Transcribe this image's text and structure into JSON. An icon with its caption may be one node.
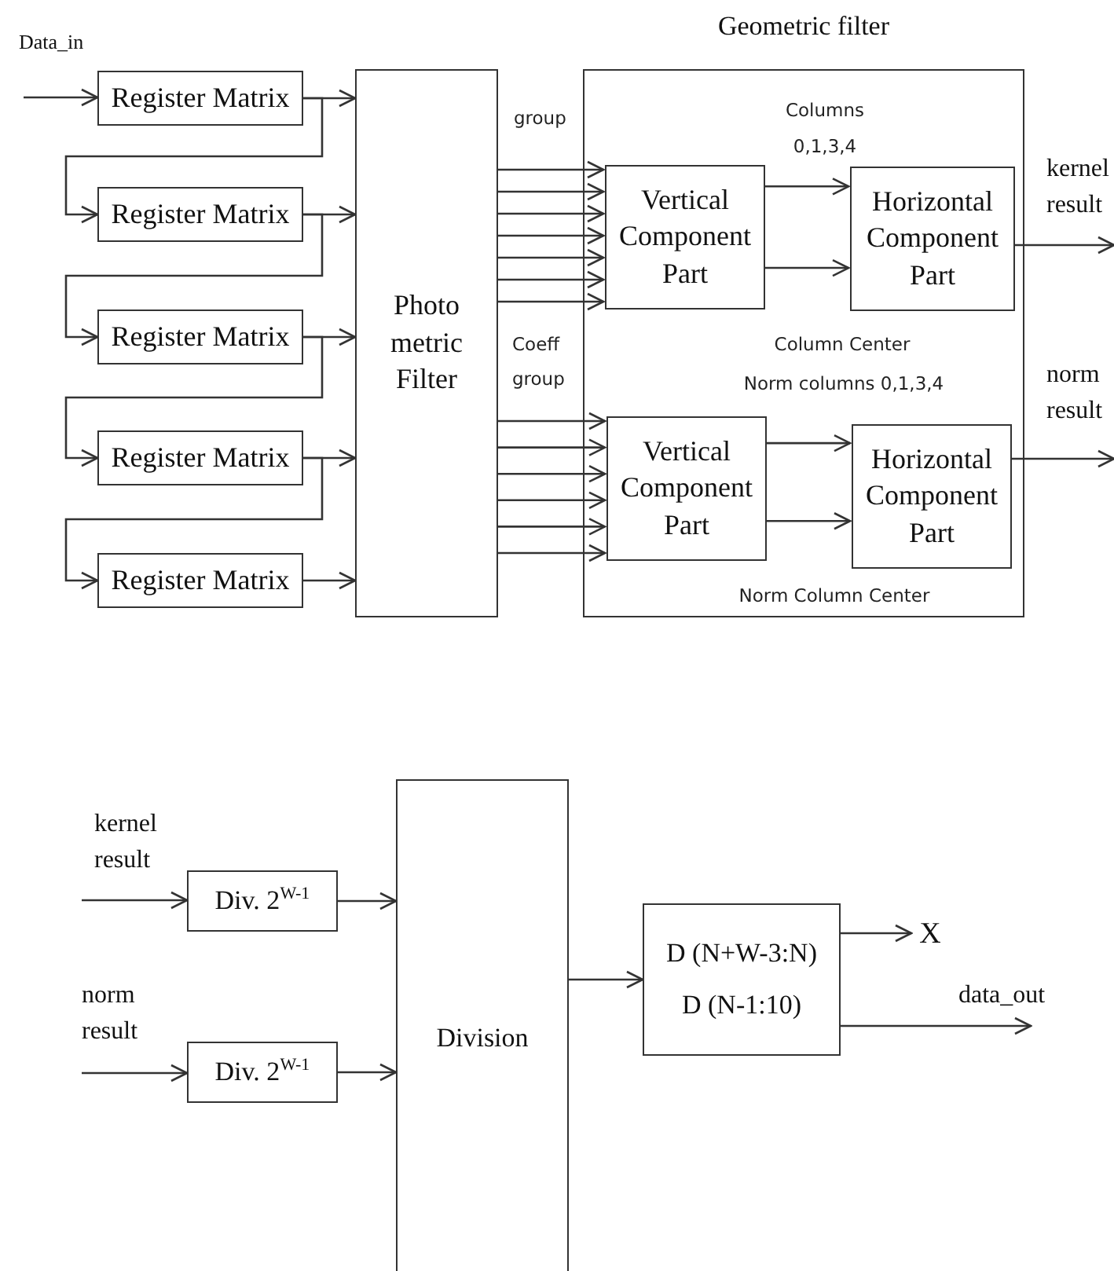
{
  "diagram": {
    "nodes": [
      {
        "text": [
          "Register Matrix"
        ]
      },
      {
        "text": [
          "Register Matrix"
        ]
      },
      {
        "text": [
          "Register Matrix"
        ]
      },
      {
        "text": [
          "Register Matrix"
        ]
      },
      {
        "text": [
          "Register Matrix"
        ]
      },
      {
        "text": [
          "Photo metric Filter"
        ]
      },
      {
        "text": [
          "Geometric filter"
        ]
      },
      {
        "text": [
          "Vertical Component Part"
        ],
        "in": 6
      },
      {
        "text": [
          "Horizontal Component Part"
        ],
        "in": 6
      },
      {
        "text": [
          "Vertical Component Part"
        ],
        "in": 6
      },
      {
        "text": [
          "Horizontal Component Part"
        ],
        "in": 6
      },
      {
        "text": [
          "Div. 2$^{W-1}$"
        ]
      },
      {
        "text": [
          "Div. 2$^{W-1}$"
        ]
      },
      {
        "text": [
          "Division"
        ]
      },
      {
        "text": [
          "D (N+W-3:N)",
          "D (N-1:10)"
        ]
      },
      {
        "text": [
          "X"
        ]
      }
    ],
    "edges": [
      {
        "from": null,
        "to": 0,
        "arrow": "to",
        "label": "Data_in"
      },
      {
        "from": 0,
        "to": 5,
        "arrow": "to"
      },
      {
        "from": 0,
        "to": 1,
        "arrow": "to"
      },
      {
        "from": 1,
        "to": 5,
        "arrow": "to"
      },
      {
        "from": 1,
        "to": 2,
        "arrow": "to"
      },
      {
        "from": 2,
        "to": 5,
        "arrow": "to"
      },
      {
        "from": 2,
        "to": 3,
        "arrow": "to"
      },
      {
        "from": 3,
        "to": 5,
        "arrow": "to"
      },
      {
        "from": 3,
        "to": 4,
        "arrow": "to"
      },
      {
        "from": 4,
        "to": 5,
        "arrow": "to"
      },
      {
        "from": 5,
        "to": 7,
        "arrow": "to"
      },
      {
        "from": 5,
        "to": 7,
        "arrow": "to"
      },
      {
        "from": 5,
        "to": 7,
        "arrow": "to"
      },
      {
        "from": 5,
        "to": 7,
        "arrow": "to"
      },
      {
        "from": 5,
        "to": 7,
        "arrow": "to"
      },
      {
        "from": 5,
        "to": 7,
        "arrow": "to"
      },
      {
        "from": 5,
        "to": 7,
        "arrow": "to"
      },
      {
        "from": 5,
        "to": 9,
        "arrow": "to"
      },
      {
        "from": 5,
        "to": 9,
        "arrow": "to"
      },
      {
        "from": 5,
        "to": 9,
        "arrow": "to"
      },
      {
        "from": 5,
        "to": 9,
        "arrow": "to"
      },
      {
        "from": 5,
        "to": 9,
        "arrow": "to"
      },
      {
        "from": 5,
        "to": 9,
        "arrow": "to"
      },
      {
        "from": 7,
        "to": 8,
        "arrow": "to"
      },
      {
        "from": 7,
        "to": 8,
        "arrow": "to"
      },
      {
        "from": 9,
        "to": 10,
        "arrow": "to"
      },
      {
        "from": 9,
        "to": 10,
        "arrow": "to"
      },
      {
        "from": 8,
        "to": null,
        "arrow": "to",
        "label": "kernel result"
      },
      {
        "from": 10,
        "to": null,
        "arrow": "to",
        "label": "norm result"
      },
      {
        "from": null,
        "to": 11,
        "arrow": "to",
        "label": "kernel result"
      },
      {
        "from": null,
        "to": 12,
        "arrow": "to",
        "label": "norm result"
      },
      {
        "from": 11,
        "to": 13,
        "arrow": "to"
      },
      {
        "from": 12,
        "to": 13,
        "arrow": "to"
      },
      {
        "from": 13,
        "to": 14,
        "arrow": "to"
      },
      {
        "from": 14,
        "to": 15,
        "arrow": "to"
      },
      {
        "from": 14,
        "to": null,
        "arrow": "to",
        "label": "data_out"
      }
    ],
    "labels": [
      "group",
      "Coeff group",
      "Columns 0,1,3,4",
      "Column Center",
      "Norm columns 0,1,3,4",
      "Norm Column Center"
    ]
  }
}
